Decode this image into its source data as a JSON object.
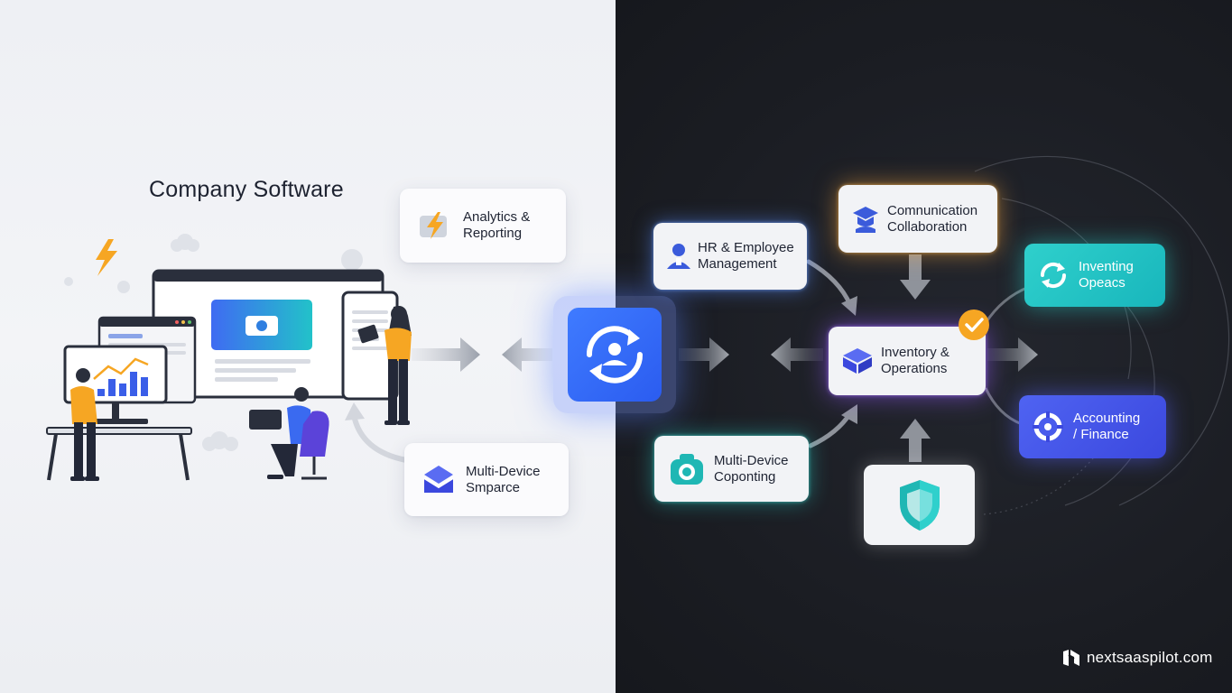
{
  "title": "Company Software",
  "hub": {
    "icon": "user-sync-icon"
  },
  "left_cards": [
    {
      "id": "analytics",
      "label_line1": "Analytics &",
      "label_line2": "Reporting",
      "icon": "lightning-icon"
    },
    {
      "id": "multi-device-left",
      "label_line1": "Multi-Device",
      "label_line2": "Smparce",
      "icon": "layers-icon"
    }
  ],
  "right_cards": [
    {
      "id": "hr",
      "label_line1": "HR & Employee",
      "label_line2": "Management",
      "icon": "person-icon"
    },
    {
      "id": "communication",
      "label_line1": "Comnunication",
      "label_line2": "Collaboration",
      "icon": "graduation-cap-icon"
    },
    {
      "id": "inventory",
      "label_line1": "Inventory &",
      "label_line2": "Operations",
      "icon": "box-icon"
    },
    {
      "id": "inventing",
      "label_line1": "Inventing",
      "label_line2": "Opeacs",
      "icon": "sync-icon"
    },
    {
      "id": "accounting",
      "label_line1": "Accounting",
      "label_line2": "/ Finance",
      "icon": "gear-icon"
    },
    {
      "id": "multi-device-right",
      "label_line1": "Multi-Device",
      "label_line2": "Coponting",
      "icon": "camera-icon"
    },
    {
      "id": "security",
      "icon": "shield-icon"
    }
  ],
  "brand": {
    "name": "nextsaaspilot.com",
    "icon": "brand-logo-icon"
  },
  "colors": {
    "accent_blue": "#2b5cf0",
    "teal": "#22c3c4",
    "purple": "#4f5df0",
    "orange": "#f6a623",
    "dark_bg": "#1b1d23",
    "light_bg": "#eef0f4"
  }
}
